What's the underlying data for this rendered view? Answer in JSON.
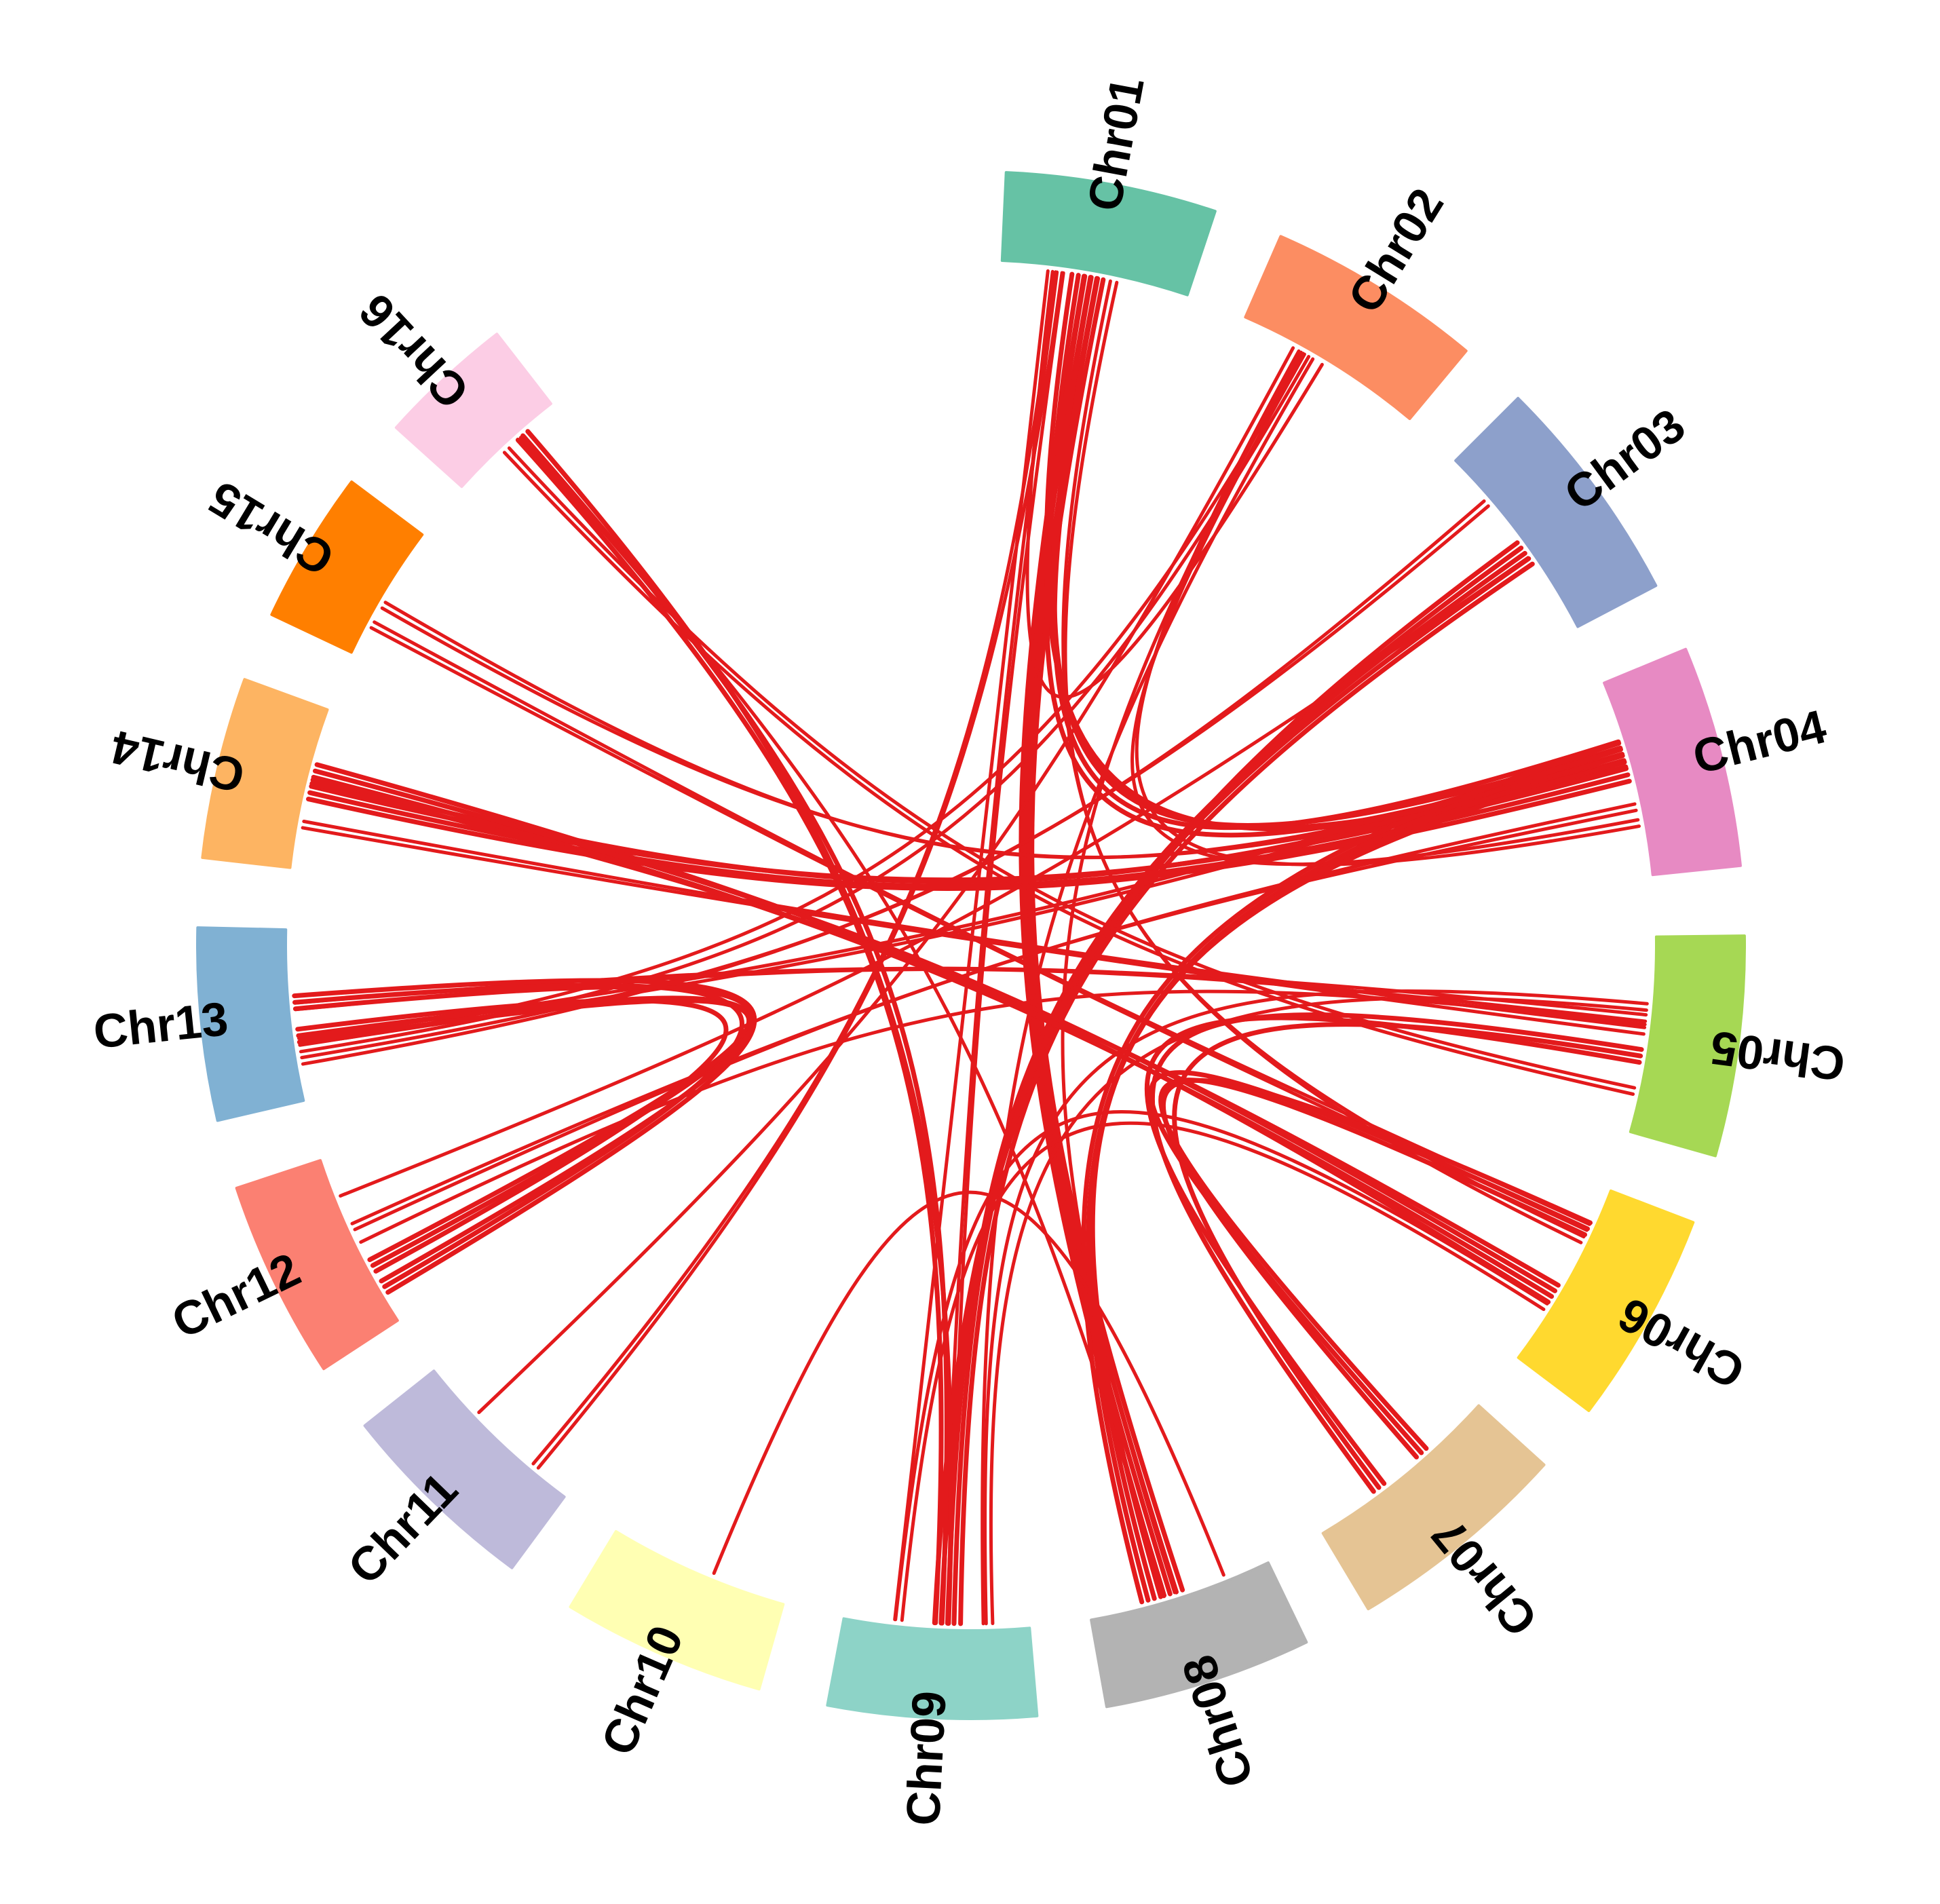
{
  "diagram": {
    "type": "circos",
    "link_color": "#e31a1c",
    "chromosomes": [
      {
        "id": "Chr01",
        "label": "Chr01",
        "color": "#66c2a5"
      },
      {
        "id": "Chr02",
        "label": "Chr02",
        "color": "#fc8d62"
      },
      {
        "id": "Chr03",
        "label": "Chr03",
        "color": "#8da0cb"
      },
      {
        "id": "Chr04",
        "label": "Chr04",
        "color": "#e78ac3"
      },
      {
        "id": "Chr05",
        "label": "Chr05",
        "color": "#a6d854"
      },
      {
        "id": "Chr06",
        "label": "Chr06",
        "color": "#ffd92f"
      },
      {
        "id": "Chr07",
        "label": "Chr07",
        "color": "#e5c494"
      },
      {
        "id": "Chr08",
        "label": "Chr08",
        "color": "#b3b3b3"
      },
      {
        "id": "Chr09",
        "label": "Chr09",
        "color": "#8dd3c7"
      },
      {
        "id": "Chr10",
        "label": "Chr10",
        "color": "#ffffb3"
      },
      {
        "id": "Chr11",
        "label": "Chr11",
        "color": "#bebada"
      },
      {
        "id": "Chr12",
        "label": "Chr12",
        "color": "#fb8072"
      },
      {
        "id": "Chr13",
        "label": "Chr13",
        "color": "#80b1d3"
      },
      {
        "id": "Chr14",
        "label": "Chr14",
        "color": "#fdb462"
      },
      {
        "id": "Chr15",
        "label": "Chr15",
        "color": "#ff7f00"
      },
      {
        "id": "Chr16",
        "label": "Chr16",
        "color": "#fccde5"
      }
    ],
    "links": [
      {
        "from": "Chr01",
        "to": "Chr08",
        "count": 4
      },
      {
        "from": "Chr01",
        "to": "Chr09",
        "count": 1
      },
      {
        "from": "Chr01",
        "to": "Chr04",
        "count": 5
      },
      {
        "from": "Chr01",
        "to": "Chr06",
        "count": 2
      },
      {
        "from": "Chr01",
        "to": "Chr11",
        "count": 2
      },
      {
        "from": "Chr01",
        "to": "Chr02",
        "count": 1
      },
      {
        "from": "Chr01",
        "to": "Chr09",
        "count": 2
      },
      {
        "from": "Chr02",
        "to": "Chr13",
        "count": 2
      },
      {
        "from": "Chr02",
        "to": "Chr08",
        "count": 1
      },
      {
        "from": "Chr02",
        "to": "Chr11",
        "count": 1
      },
      {
        "from": "Chr02",
        "to": "Chr09",
        "count": 1
      },
      {
        "from": "Chr02",
        "to": "Chr04",
        "count": 2
      },
      {
        "from": "Chr03",
        "to": "Chr09",
        "count": 5
      },
      {
        "from": "Chr03",
        "to": "Chr13",
        "count": 2
      },
      {
        "from": "Chr03",
        "to": "Chr12",
        "count": 1
      },
      {
        "from": "Chr04",
        "to": "Chr14",
        "count": 4
      },
      {
        "from": "Chr04",
        "to": "Chr13",
        "count": 2
      },
      {
        "from": "Chr04",
        "to": "Chr08",
        "count": 4
      },
      {
        "from": "Chr04",
        "to": "Chr12",
        "count": 2
      },
      {
        "from": "Chr04",
        "to": "Chr15",
        "count": 2
      },
      {
        "from": "Chr05",
        "to": "Chr07",
        "count": 3
      },
      {
        "from": "Chr05",
        "to": "Chr13",
        "count": 2
      },
      {
        "from": "Chr05",
        "to": "Chr16",
        "count": 2
      },
      {
        "from": "Chr05",
        "to": "Chr14",
        "count": 2
      },
      {
        "from": "Chr05",
        "to": "Chr09",
        "count": 2
      },
      {
        "from": "Chr06",
        "to": "Chr14",
        "count": 4
      },
      {
        "from": "Chr06",
        "to": "Chr15",
        "count": 2
      },
      {
        "from": "Chr06",
        "to": "Chr09",
        "count": 2
      },
      {
        "from": "Chr06",
        "to": "Chr07",
        "count": 3
      },
      {
        "from": "Chr12",
        "to": "Chr13",
        "count": 3
      },
      {
        "from": "Chr12",
        "to": "Chr13",
        "count": 3
      },
      {
        "from": "Chr12",
        "to": "Chr05",
        "count": 1
      },
      {
        "from": "Chr16",
        "to": "Chr09",
        "count": 3
      },
      {
        "from": "Chr16",
        "to": "Chr08",
        "count": 1
      },
      {
        "from": "Chr10",
        "to": "Chr08",
        "count": 1
      }
    ]
  }
}
